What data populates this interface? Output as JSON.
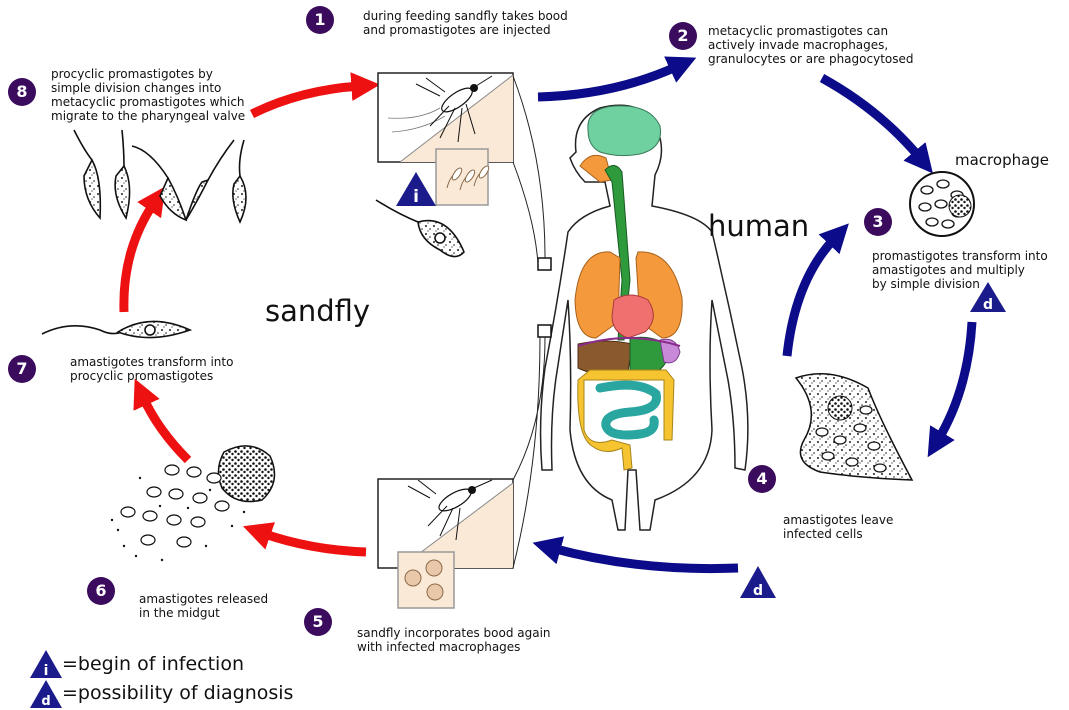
{
  "labels": {
    "sandfly": "sandfly",
    "human": "human",
    "macrophage": "macrophage"
  },
  "steps": [
    {
      "number": "1",
      "text": "during feeding sandfly takes bood\nand promastigotes are injected"
    },
    {
      "number": "2",
      "text": "metacyclic promastigotes can\nactively invade macrophages,\ngranulocytes or are phagocytosed"
    },
    {
      "number": "3",
      "text": "promastigotes transform into\namastigotes and multiply\nby simple division"
    },
    {
      "number": "4",
      "text": "amastigotes leave\ninfected cells"
    },
    {
      "number": "5",
      "text": "sandfly incorporates bood again\nwith infected macrophages"
    },
    {
      "number": "6",
      "text": "amastigotes released\nin the midgut"
    },
    {
      "number": "7",
      "text": "amastigotes transform into\nprocyclic promastigotes"
    },
    {
      "number": "8",
      "text": "procyclic promastigotes by\nsimple division changes into\nmetacyclic promastigotes which\nmigrate to the pharyngeal valve"
    }
  ],
  "markers": {
    "infection": "i",
    "diagnosis": "d"
  },
  "legend": [
    {
      "symbol": "i",
      "text": "=begin of infection"
    },
    {
      "symbol": "d",
      "text": "=possibility of diagnosis"
    }
  ],
  "colors": {
    "badge": "#3b0b5e",
    "marker": "#1b1b8c",
    "human_arrow": "#0c0c8a",
    "sandfly_arrow": "#ee1111",
    "panel_bg": "#fbe9d7",
    "brain": "#6fd0a0",
    "lungs": "#f59a3c",
    "heart": "#f07070",
    "liver": "#8a5a2e",
    "stomach": "#2e9a3c",
    "small_intestine": "#2aa6a0",
    "large_intestine": "#f5c430",
    "spleen": "#c88ad8"
  }
}
